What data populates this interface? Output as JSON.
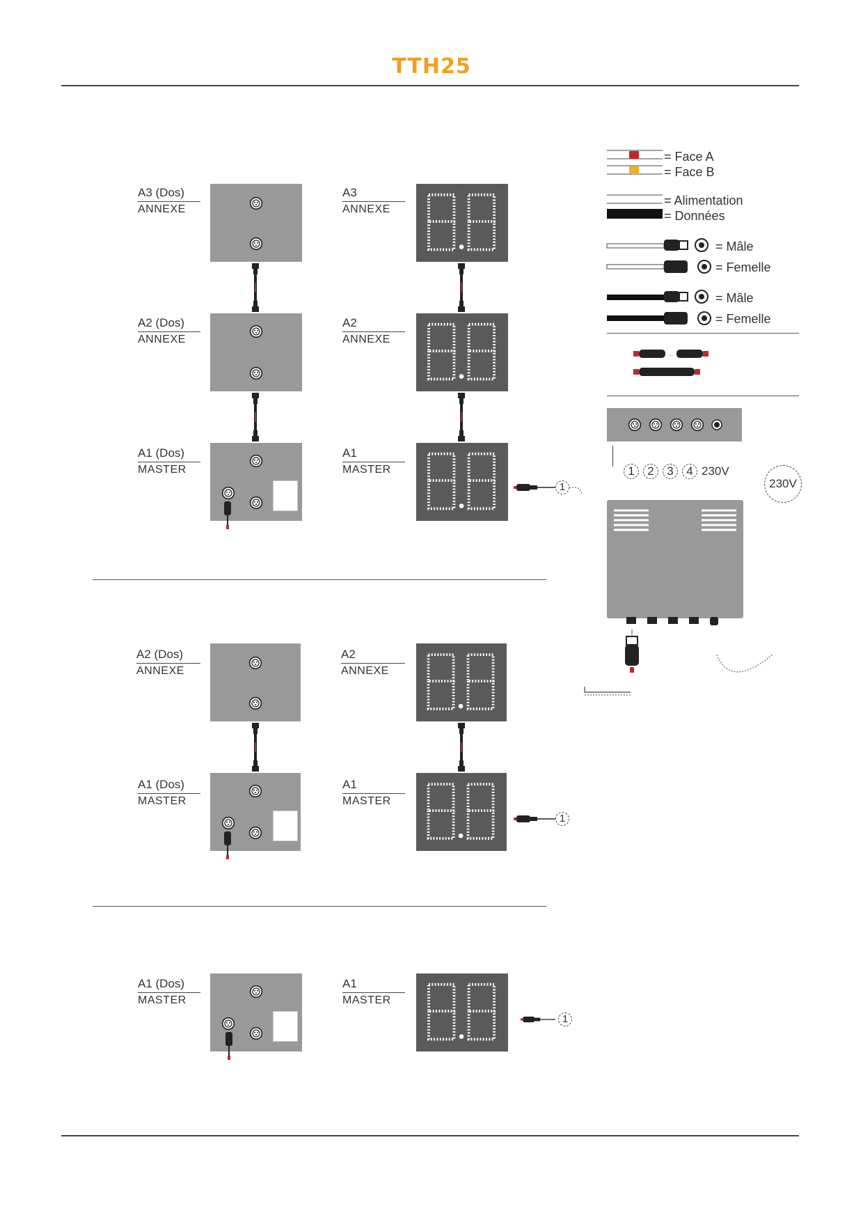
{
  "header": {
    "title": "TTH25"
  },
  "legend": {
    "face_a": "= Face A",
    "face_b": "= Face B",
    "alimentation": "= Alimentation",
    "donnees": "= Données",
    "male_1": "= Mâle",
    "femelle_1": "= Femelle",
    "male_2": "= Mâle",
    "femelle_2": "= Femelle",
    "colors": {
      "face_a": "#c0282d",
      "face_b": "#f0b020",
      "title": "#f0a020"
    }
  },
  "controller": {
    "ports": [
      "1",
      "2",
      "3",
      "4",
      "230V"
    ],
    "power_label": "230V"
  },
  "section1": {
    "a3_back": {
      "top": "A3 (Dos)",
      "bottom": "ANNEXE"
    },
    "a3_front": {
      "top": "A3",
      "bottom": "ANNEXE"
    },
    "a2_back": {
      "top": "A2 (Dos)",
      "bottom": "ANNEXE"
    },
    "a2_front": {
      "top": "A2",
      "bottom": "ANNEXE"
    },
    "a1_back": {
      "top": "A1 (Dos)",
      "bottom": "MASTER"
    },
    "a1_front": {
      "top": "A1",
      "bottom": "MASTER"
    },
    "port": "1"
  },
  "section2": {
    "a2_back": {
      "top": "A2 (Dos)",
      "bottom": "ANNEXE"
    },
    "a2_front": {
      "top": "A2",
      "bottom": "ANNEXE"
    },
    "a1_back": {
      "top": "A1 (Dos)",
      "bottom": "MASTER"
    },
    "a1_front": {
      "top": "A1",
      "bottom": "MASTER"
    },
    "port": "1"
  },
  "section3": {
    "a1_back": {
      "top": "A1 (Dos)",
      "bottom": "MASTER"
    },
    "a1_front": {
      "top": "A1",
      "bottom": "MASTER"
    },
    "port": "1"
  },
  "display": {
    "digits": "8.8"
  }
}
